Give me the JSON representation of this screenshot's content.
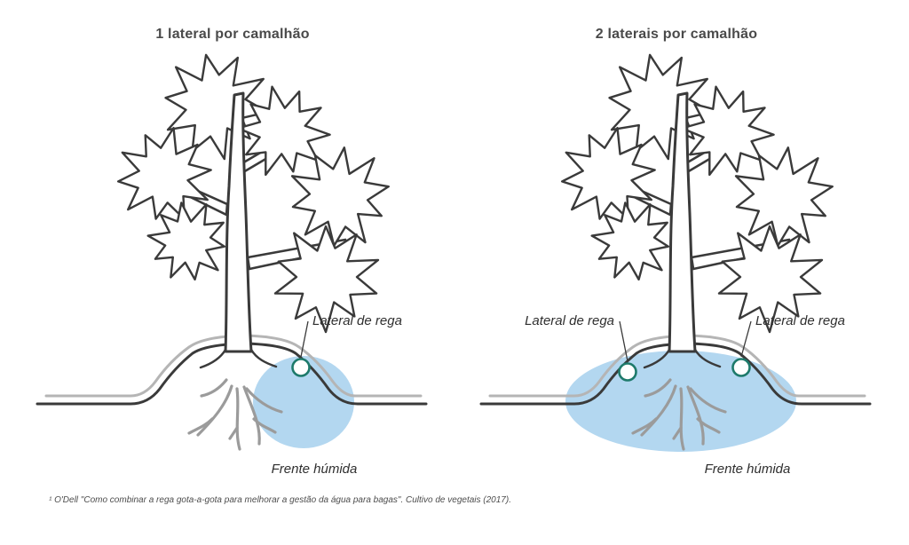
{
  "panels": [
    {
      "title": "1 lateral por camalhão",
      "labels": {
        "lateral": "Lateral de rega",
        "wet_front": "Frente húmida"
      }
    },
    {
      "title": "2 laterais por camalhão",
      "labels": {
        "lateral_left": "Lateral de rega",
        "lateral_right": "Lateral de rega",
        "wet_front": "Frente húmida"
      }
    }
  ],
  "footnote": "¹ O'Dell \"Como combinar a rega gota-a-gota para melhorar a gestão da água para bagas\". Cultivo de vegetais (2017).",
  "colors": {
    "plant_outline": "#3a3a3a",
    "mulch_gray_line": "#b5b5b5",
    "roots_gray": "#9b9b9b",
    "wet_front_blue": "#b3d7f0",
    "lateral_circle_teal": "#1e7a6b",
    "title_text": "#4a4a4a"
  }
}
